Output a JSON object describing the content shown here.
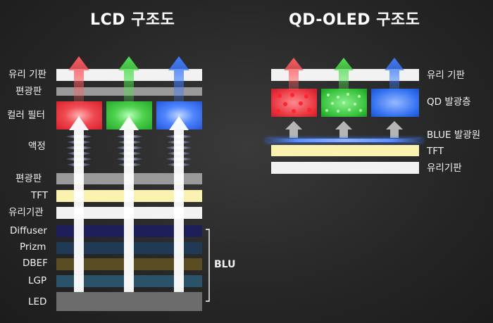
{
  "lcd": {
    "title": "LCD 구조도",
    "labels": {
      "glass": "유리 기판",
      "polarizer_top": "편광판",
      "color_filter": "컬러 필터",
      "liquid_crystal": "액정",
      "polarizer_bottom": "편광판",
      "tft": "TFT",
      "glass_bottom": "유리기관",
      "diffuser": "Diffuser",
      "prizm": "Prizm",
      "dbef": "DBEF",
      "lgp": "LGP",
      "led": "LED"
    },
    "blu_label": "BLU"
  },
  "qdoled": {
    "title": "QD-OLED 구조도",
    "labels": {
      "glass": "유리 기판",
      "qd_layer": "QD 발광층",
      "blue_source": "BLUE 발광원",
      "tft": "TFT",
      "glass_bottom": "유리기판"
    }
  },
  "colors": {
    "red": "#e8323c",
    "green": "#36c23c",
    "blue": "#2f6ff0",
    "glass": "#f2f2f2",
    "polarizer": "#9a9a9a",
    "tft": "#fbf2b0",
    "diffuser": "#1c1f5a",
    "prizm": "#203a55",
    "dbef": "#5a4d22",
    "lgp": "#2a5268",
    "led": "#6c6c6c"
  }
}
